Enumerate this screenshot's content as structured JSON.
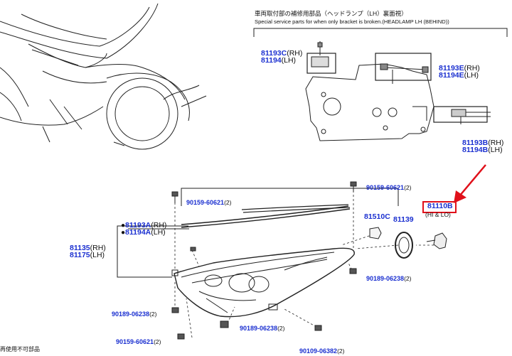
{
  "diagram": {
    "header_jp": "車両取付部の補修用部品（ヘッドランプ（LH）裏面視）",
    "header_en": "Special service parts for when only bracket is broken.(HEADLAMP LH (BEHIND))",
    "footer_jp": "再使用不可部品",
    "parts": {
      "p81193C": {
        "code": "81193C",
        "suffix": "(RH)"
      },
      "p81194": {
        "code": "81194",
        "suffix": "(LH)"
      },
      "p81193E": {
        "code": "81193E",
        "suffix": "(RH)"
      },
      "p81194E": {
        "code": "81194E",
        "suffix": "(LH)"
      },
      "p81193B": {
        "code": "81193B",
        "suffix": "(RH)"
      },
      "p81194B": {
        "code": "81194B",
        "suffix": "(LH)"
      },
      "p81193A": {
        "code": "81193A",
        "suffix": "(RH)"
      },
      "p81194A": {
        "code": "81194A",
        "suffix": "(LH)"
      },
      "p81135": {
        "code": "81135",
        "suffix": "(RH)"
      },
      "p81175": {
        "code": "81175",
        "suffix": "(LH)"
      },
      "p81510C": {
        "code": "81510C"
      },
      "p81139": {
        "code": "81139"
      },
      "p81110B": {
        "code": "81110B",
        "sub": "(HI & LO)"
      },
      "b9015960621a": {
        "code": "90159-60621",
        "qty": "(2)"
      },
      "b9015960621b": {
        "code": "90159-60621",
        "qty": "(2)"
      },
      "b9015960621c": {
        "code": "90159-60621",
        "qty": "(2)"
      },
      "b9018906238a": {
        "code": "90189-06238",
        "qty": "(2)"
      },
      "b9018906238b": {
        "code": "90189-06238",
        "qty": "(2)"
      },
      "b9018906238c": {
        "code": "90189-06238",
        "qty": "(2)"
      },
      "b9010906382": {
        "code": "90109-06382",
        "qty": "(2)"
      }
    },
    "highlight_color": "#e0101a",
    "link_color": "#1a2fd0"
  }
}
